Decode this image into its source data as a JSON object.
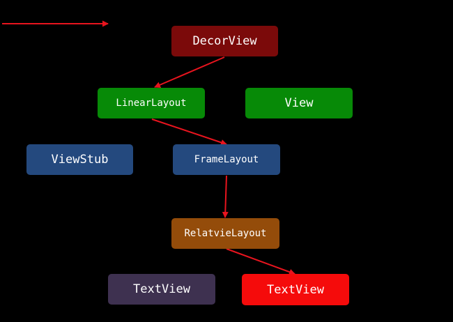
{
  "nodes": {
    "decor_view": {
      "label": "DecorView",
      "fill": "#7B0A0A",
      "text": "#FFFFFF"
    },
    "linear_layout": {
      "label": "LinearLayout",
      "fill": "#078A07",
      "text": "#FFFFFF"
    },
    "view": {
      "label": "View",
      "fill": "#078A07",
      "text": "#FFFFFF"
    },
    "view_stub": {
      "label": "ViewStub",
      "fill": "#24497E",
      "text": "#FFFFFF"
    },
    "frame_layout": {
      "label": "FrameLayout",
      "fill": "#24497E",
      "text": "#FFFFFF"
    },
    "relatvie_layout": {
      "label": "RelatvieLayout",
      "fill": "#944C0A",
      "text": "#FFFFFF"
    },
    "text_view_1": {
      "label": "TextView",
      "fill": "#3E3150",
      "text": "#FFFFFF"
    },
    "text_view_2": {
      "label": "TextView",
      "fill": "#F50B0B",
      "text": "#FFFFFF"
    }
  },
  "edges": [
    {
      "from": "decor_view",
      "to": "linear_layout"
    },
    {
      "from": "linear_layout",
      "to": "frame_layout"
    },
    {
      "from": "frame_layout",
      "to": "relatvie_layout"
    },
    {
      "from": "relatvie_layout",
      "to": "text_view_2"
    }
  ],
  "legend": {
    "arrow_color": "#E8141E"
  },
  "background": "#000000"
}
